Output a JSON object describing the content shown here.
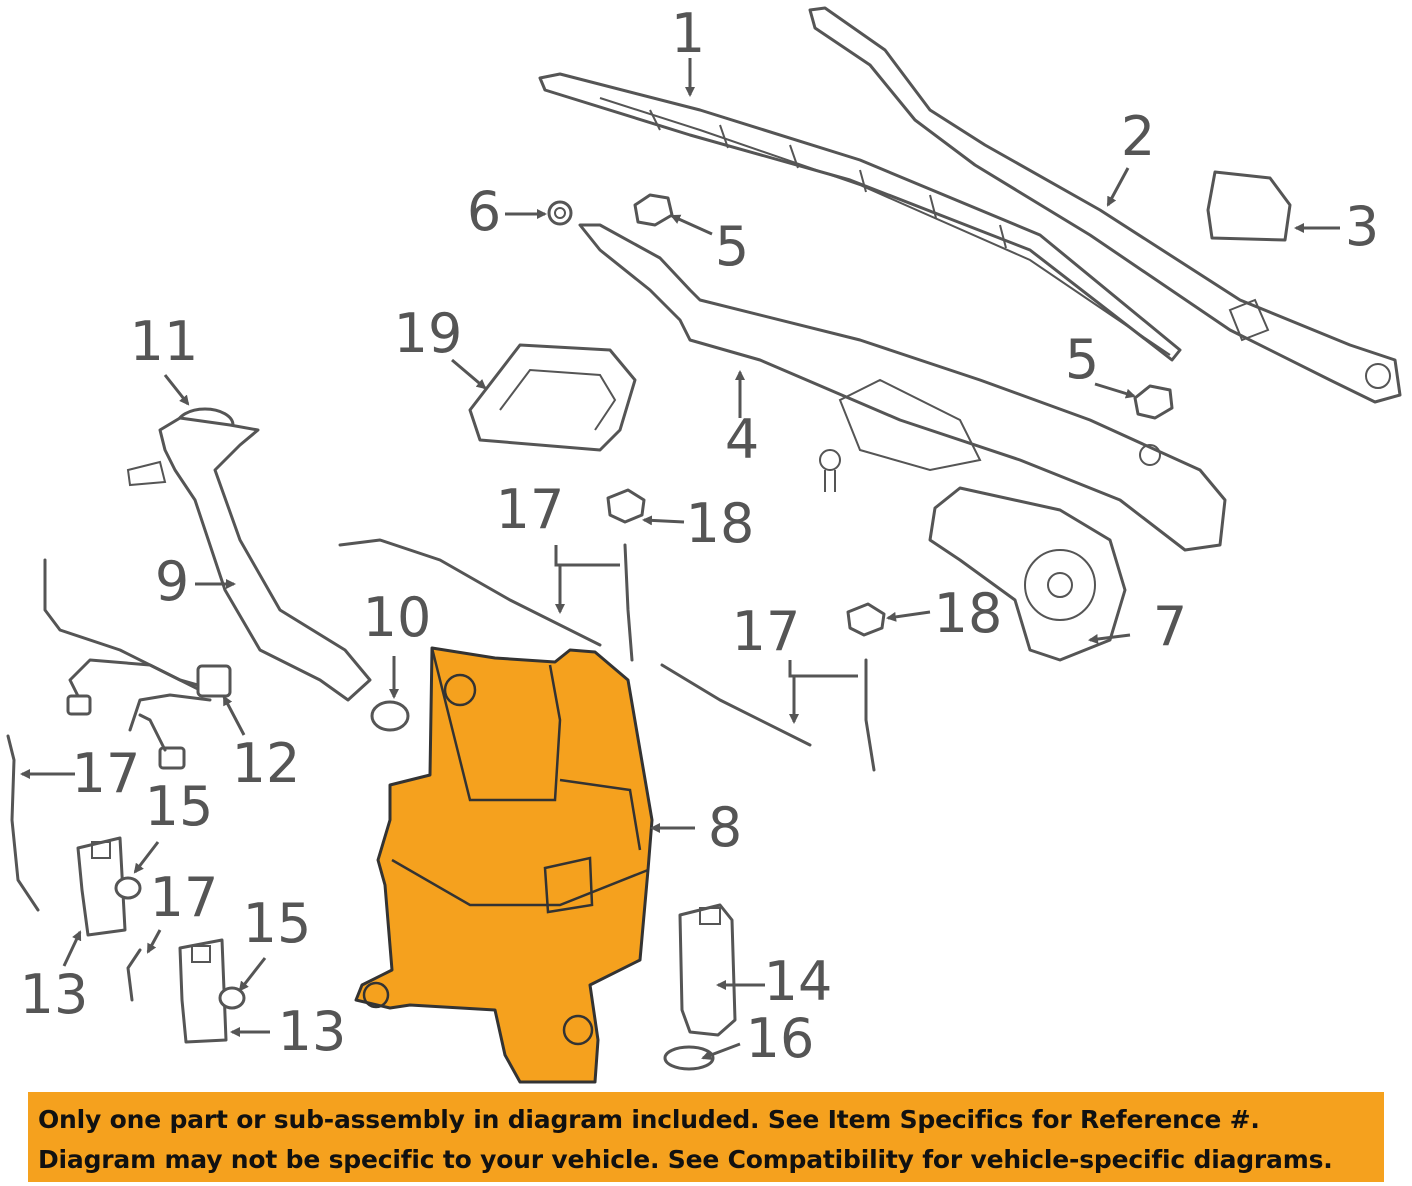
{
  "callouts": [
    "1",
    "2",
    "3",
    "4",
    "5",
    "5",
    "6",
    "7",
    "8",
    "9",
    "10",
    "11",
    "12",
    "13",
    "13",
    "14",
    "15",
    "15",
    "16",
    "17",
    "17",
    "17",
    "17",
    "18",
    "18",
    "19"
  ],
  "highlighted_part": "8",
  "highlight_color": "#f5a11e",
  "line_color": "#555555",
  "disclaimer": {
    "line1": "Only one part or sub-assembly in diagram included. See Item Specifics for Reference #.",
    "line2": "Diagram may not be specific to your vehicle. See Compatibility for vehicle-specific diagrams."
  }
}
